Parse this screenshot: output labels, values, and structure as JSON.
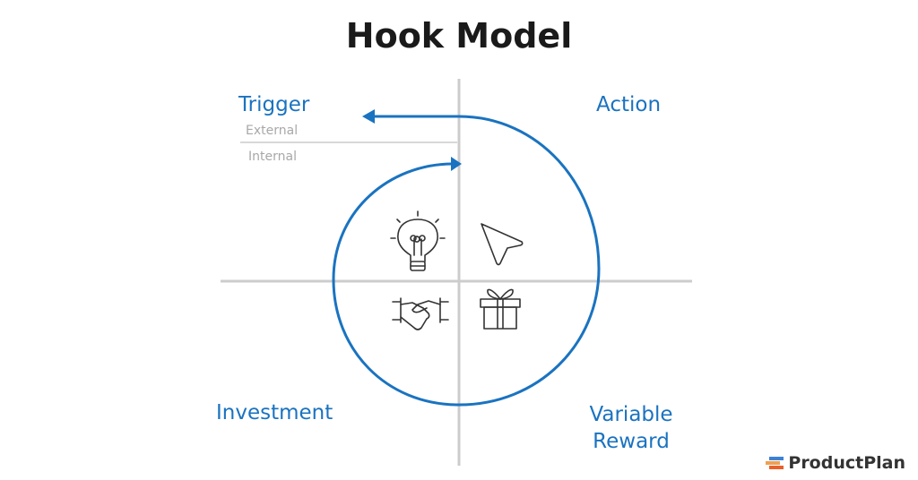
{
  "title": "Hook Model",
  "quadrants": {
    "trigger": {
      "label": "Trigger",
      "sub": [
        "External",
        "Internal"
      ]
    },
    "action": {
      "label": "Action"
    },
    "investment": {
      "label": "Investment"
    },
    "variable_reward": {
      "label_line1": "Variable",
      "label_line2": "Reward"
    }
  },
  "icons": {
    "trigger": "lightbulb-icon",
    "action": "cursor-arrow-icon",
    "investment": "handshake-icon",
    "reward": "gift-icon"
  },
  "colors": {
    "accent": "#1a73c0",
    "axis": "#cccccc",
    "icon": "#333333"
  },
  "brand": {
    "name": "ProductPlan",
    "colors": [
      "#3b82d6",
      "#f0a050",
      "#e8602c"
    ]
  }
}
